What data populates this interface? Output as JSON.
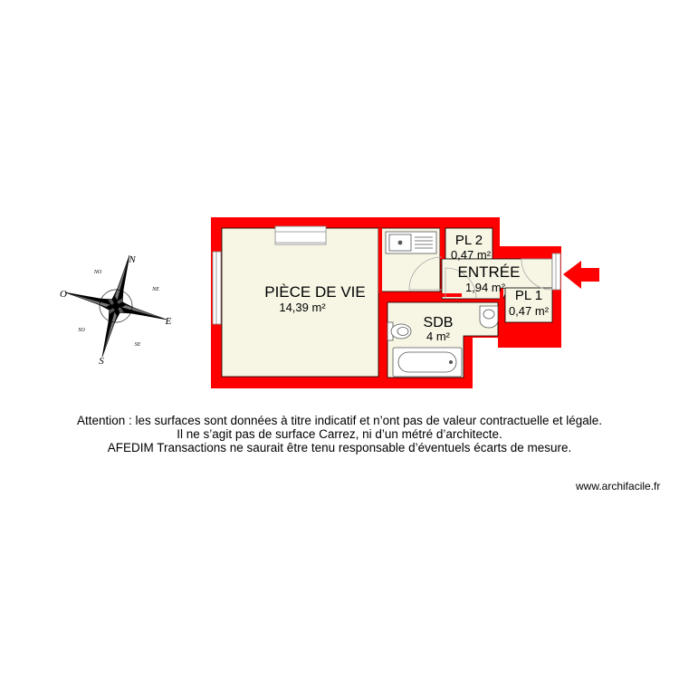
{
  "rooms": {
    "piece_de_vie": {
      "name": "PIÈCE DE VIE",
      "area": "14,39 m²"
    },
    "entree": {
      "name": "ENTRÉE",
      "area": "1,94 m²"
    },
    "sdb": {
      "name": "SDB",
      "area": "4 m²"
    },
    "pl1": {
      "name": "PL 1",
      "area": "0,47 m²"
    },
    "pl2": {
      "name": "PL 2",
      "area": "0,47 m²"
    }
  },
  "compass": {
    "north": "N",
    "south": "S",
    "east": "E",
    "west": "O",
    "ne": "NE",
    "nw": "NO",
    "se": "SE",
    "sw": "SO"
  },
  "disclaimer": {
    "line1": "Attention : les surfaces sont données à titre indicatif et n’ont pas de valeur contractuelle et légale.",
    "line2": "Il ne s’agit pas de surface Carrez, ni d’un métré d’architecte.",
    "line3": "AFEDIM Transactions ne saurait être tenu responsable d’éventuels écarts de mesure."
  },
  "watermark": "www.archifacile.fr",
  "colors": {
    "wall": "#ff0000",
    "floor": "#f7f5e4",
    "background": "#ffffff"
  }
}
